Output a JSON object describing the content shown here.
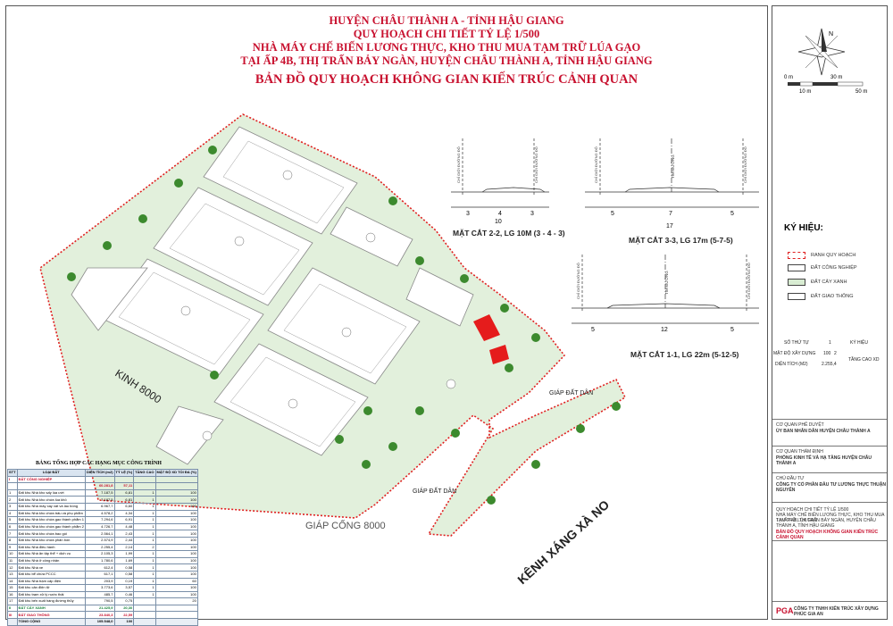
{
  "title": {
    "line1": "HUYỆN CHÂU THÀNH A - TỈNH HẬU GIANG",
    "line2": "QUY HOẠCH CHI TIẾT TỶ LỆ 1/500",
    "line3": "NHÀ MÁY CHẾ BIẾN LƯƠNG THỰC, KHO THU MUA TẠM TRỮ LÚA GẠO",
    "line4": "TẠI ẤP 4B, THỊ TRẤN BẢY NGÀN, HUYỆN CHÂU THÀNH A, TỈNH HẬU GIANG",
    "line5": "BẢN ĐỒ QUY HOẠCH KHÔNG GIAN KIẾN TRÚC CẢNH QUAN"
  },
  "labels": {
    "kinh_8000": "KINH 8000",
    "giap_cong_8000": "GIÁP CỐNG 8000",
    "kenh_xang_xa_no": "KÊNH XÁNG XÀ NO",
    "giap_dat_dan_1": "GIÁP ĐẤT DÂN",
    "giap_dat_dan_2": "GIÁP ĐẤT DÂN"
  },
  "scale_bar": {
    "t0": "0 m",
    "t10": "10 m",
    "t30": "30 m",
    "t50": "50 m"
  },
  "compass": {
    "north": "N"
  },
  "sections": [
    {
      "title": "MẶT CẮT 2-2, LG 10M (3 - 4 - 3)",
      "dims": [
        "3",
        "4",
        "3"
      ],
      "total": "10"
    },
    {
      "title": "MẶT CẮT 3-3, LG 17m (5-7-5)",
      "dims": [
        "5",
        "7",
        "5"
      ],
      "total": "17"
    },
    {
      "title": "MẶT CẮT 1-1, LG 22m (5-12-5)",
      "dims": [
        "5",
        "12",
        "5"
      ],
      "total": ""
    }
  ],
  "section_axis_label": "TIM ĐƯỜNG",
  "section_edge_label": "CHỈ GIỚI ĐƯỜNG ĐỎ",
  "legend": {
    "title": "KÝ HIỆU:",
    "items": [
      {
        "label": "RANH QUY HOẠCH",
        "color": "#e02020"
      },
      {
        "label": "ĐẤT CÔNG NGHIỆP",
        "color": "#ffffff"
      },
      {
        "label": "ĐẤT CÂY XANH",
        "color": "#d8ecd2"
      },
      {
        "label": "ĐẤT GIAO THÔNG",
        "color": "#ffffff"
      }
    ]
  },
  "lot_key": {
    "so_thu_tu": "SỐ THỨ TỰ",
    "mat_do": "MẬT ĐỘ XÂY DỰNG",
    "dien_tich": "DIỆN TÍCH (M2)",
    "ky_hieu": "KÝ HIỆU",
    "tang_cao": "TẦNG CAO XD",
    "v1": "1",
    "v2": "100",
    "v3": "2",
    "v4": "2.255,4"
  },
  "title_block": {
    "owner_label": "CƠ QUAN PHÊ DUYỆT",
    "owner": "ỦY BAN NHÂN DÂN HUYỆN CHÂU THÀNH A",
    "appraiser_label": "CƠ QUAN THẨM ĐỊNH",
    "appraiser": "PHÒNG KINH TẾ VÀ HẠ TẦNG HUYỆN CHÂU THÀNH A",
    "investor_label": "CHỦ ĐẦU TƯ",
    "investor": "CÔNG TY CỔ PHẦN ĐẦU TƯ LƯƠNG THỰC THUẬN NGUYÊN",
    "project1": "QUY HOẠCH CHI TIẾT TỶ LỆ 1/500",
    "project2": "NHÀ MÁY CHẾ BIẾN LƯƠNG THỰC, KHO THU MUA TẠM TRỮ LÚA GẠO",
    "project3": "TẠI ẤP 4B, THỊ TRẤN BẢY NGÀN, HUYỆN CHÂU THÀNH A, TỈNH HẬU GIANG",
    "drawing": "BẢN ĐỒ QUY HOẠCH KHÔNG GIAN KIẾN TRÚC CẢNH QUAN",
    "company": "CÔNG TY TNHH KIẾN TRÚC XÂY DỰNG PHÚC GIA AN",
    "logo": "PGA"
  },
  "table": {
    "title": "BẢNG TỔNG HỢP CÁC HẠNG MỤC CÔNG TRÌNH",
    "headers": [
      "STT",
      "LOẠI ĐẤT",
      "DIỆN TÍCH (m2)",
      "TỶ LỆ (%)",
      "TẦNG CAO",
      "MẬT ĐỘ XD TỐI ĐA (%)"
    ],
    "rows": [
      {
        "c": [
          "I",
          "ĐẤT CÔNG NGHIỆP",
          "",
          "",
          "",
          ""
        ],
        "t": "red"
      },
      {
        "c": [
          "",
          "",
          "60.281,8",
          "57,11",
          "",
          ""
        ],
        "t": "red"
      },
      {
        "c": [
          "1",
          "Đất khu Nhà kho sấy lúa ướt",
          "7.187,5",
          "6,81",
          "1",
          "100"
        ],
        "t": ""
      },
      {
        "c": [
          "2",
          "Đất khu Nhà kho chứa lúa khô",
          "7.187,5",
          "6,81",
          "1",
          "100"
        ],
        "t": ""
      },
      {
        "c": [
          "3",
          "Đất khu Nhà máy xay xát và lau bóng",
          "6.967,7",
          "6,60",
          "1",
          "100"
        ],
        "t": ""
      },
      {
        "c": [
          "4",
          "Đất khu Nhà kho chứa trấu và phụ phẩm",
          "4.578,2",
          "4,34",
          "1",
          "100"
        ],
        "t": ""
      },
      {
        "c": [
          "5",
          "Đất khu Nhà kho chứa gạo thành phẩm 1",
          "7.294,6",
          "6,91",
          "1",
          "100"
        ],
        "t": ""
      },
      {
        "c": [
          "6",
          "Đất khu Nhà kho chứa gạo thành phẩm 2",
          "4.726,7",
          "4,48",
          "1",
          "100"
        ],
        "t": ""
      },
      {
        "c": [
          "7",
          "Đất khu Nhà kho chứa bao gói",
          "2.564,1",
          "2,43",
          "1",
          "100"
        ],
        "t": ""
      },
      {
        "c": [
          "8",
          "Đất khu Nhà kho chứa phân bón",
          "2.574,9",
          "2,44",
          "1",
          "100"
        ],
        "t": ""
      },
      {
        "c": [
          "9",
          "Đất khu Nhà điều hành",
          "2.255,4",
          "2,14",
          "2",
          "100"
        ],
        "t": ""
      },
      {
        "c": [
          "10",
          "Đất khu Nhà ăn tập thể + dịch vụ",
          "2.105,3",
          "1,99",
          "1",
          "100"
        ],
        "t": ""
      },
      {
        "c": [
          "11",
          "Đất khu Nhà ở công nhân",
          "1.780,6",
          "1,69",
          "1",
          "100"
        ],
        "t": ""
      },
      {
        "c": [
          "12",
          "Đất khu Nhà xe",
          "612,4",
          "0,58",
          "1",
          "100"
        ],
        "t": ""
      },
      {
        "c": [
          "13",
          "Đất khu bể chứa PCCC",
          "617,1",
          "0,58",
          "1",
          "100"
        ],
        "t": ""
      },
      {
        "c": [
          "14",
          "Đất khu Nhà trạm cấp điện",
          "203,9",
          "0,19",
          "1",
          "60"
        ],
        "t": ""
      },
      {
        "c": [
          "15",
          "Đất khu cân điện tử",
          "3.773,6",
          "3,57",
          "1",
          "100"
        ],
        "t": ""
      },
      {
        "c": [
          "16",
          "Đất khu trạm xử lý nước thải",
          "485,7",
          "0,46",
          "1",
          "100"
        ],
        "t": ""
      },
      {
        "c": [
          "17",
          "Đất khu bến xuất hàng đường thủy",
          "790,5",
          "0,75",
          "",
          "20"
        ],
        "t": ""
      },
      {
        "c": [
          "II",
          "ĐẤT CÂY XANH",
          "21.425,9",
          "20,30",
          "",
          ""
        ],
        "t": "green"
      },
      {
        "c": [
          "III",
          "ĐẤT GIAO THÔNG",
          "23.840,3",
          "22,59",
          "",
          ""
        ],
        "t": "red"
      },
      {
        "c": [
          "",
          "TỔNG CỘNG",
          "105.548,0",
          "100",
          "",
          ""
        ],
        "t": "total"
      }
    ]
  }
}
